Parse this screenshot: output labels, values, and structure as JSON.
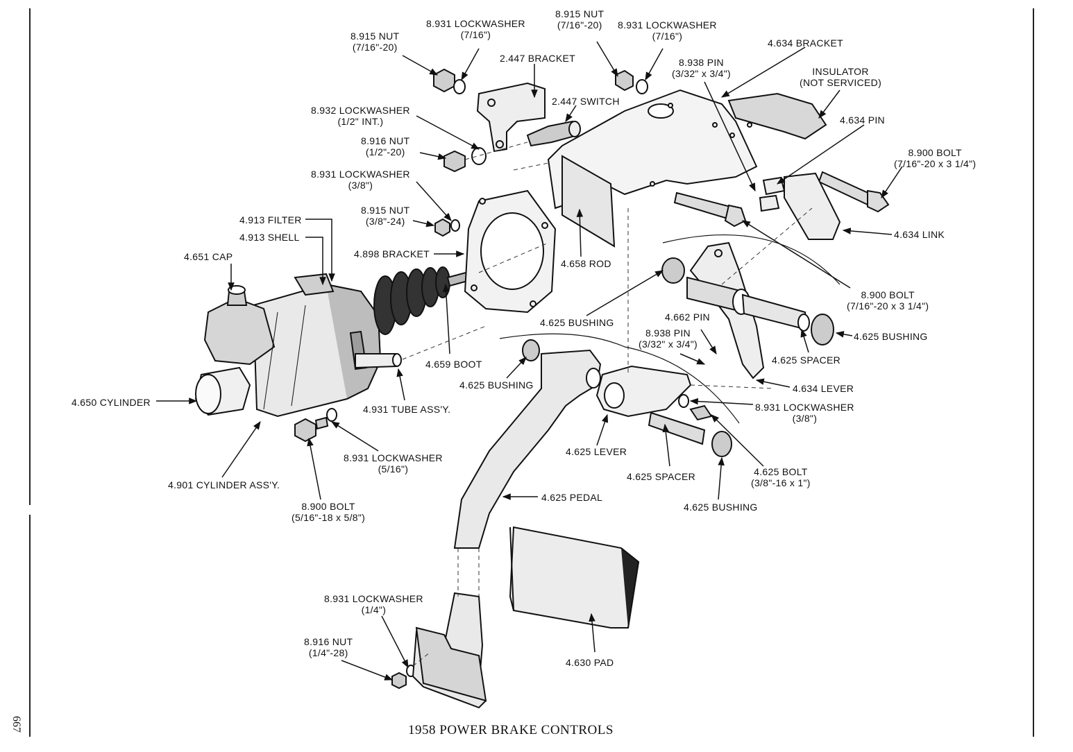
{
  "caption": "1958 POWER BRAKE CONTROLS",
  "page_number": "667",
  "labels": {
    "nut_7_16_left": [
      "8.915 NUT",
      "(7/16\"-20)"
    ],
    "lockwasher_7_16_a": [
      "8.931 LOCKWASHER",
      "(7/16\")"
    ],
    "nut_7_16_top": [
      "8.915 NUT",
      "(7/16\"-20)"
    ],
    "lockwasher_7_16_b": [
      "8.931  LOCKWASHER",
      "(7/16\")"
    ],
    "bracket_2447": [
      "2.447 BRACKET"
    ],
    "switch_2447": [
      "2.447 SWITCH"
    ],
    "bracket_4634": [
      "4.634 BRACKET"
    ],
    "pin_8938_top": [
      "8.938 PIN",
      "(3/32\" x 3/4\")"
    ],
    "insulator": [
      "INSULATOR",
      "(NOT SERVICED)"
    ],
    "pin_4634": [
      "4.634 PIN"
    ],
    "bolt_8900_top": [
      "8.900 BOLT",
      "(7/16\"-20 x 3 1/4\")"
    ],
    "lockwasher_1_2_int": [
      "8.932 LOCKWASHER",
      "(1/2\" INT.)"
    ],
    "nut_1_2": [
      "8.916 NUT",
      "(1/2\"-20)"
    ],
    "lockwasher_3_8_a": [
      "8.931 LOCKWASHER",
      "(3/8\")"
    ],
    "nut_3_8": [
      "8.915 NUT",
      "(3/8\"-24)"
    ],
    "filter": [
      "4.913 FILTER"
    ],
    "shell": [
      "4.913 SHELL"
    ],
    "cap": [
      "4.651 CAP"
    ],
    "bracket_4898": [
      "4.898 BRACKET"
    ],
    "link_4634": [
      "4.634 LINK"
    ],
    "rod_4658": [
      "4.658 ROD"
    ],
    "bolt_8900_mid": [
      "8.900 BOLT",
      "(7/16\"-20 x 3 1/4\")"
    ],
    "bushing_upper": [
      "4.625 BUSHING"
    ],
    "pin_4662": [
      "4.662 PIN"
    ],
    "pin_8938_mid": [
      "8.938 PIN",
      "(3/32\" x 3/4\")"
    ],
    "bushing_right": [
      "4.625 BUSHING"
    ],
    "spacer_upper": [
      "4.625 SPACER"
    ],
    "boot": [
      "4.659 BOOT"
    ],
    "bushing_pedal": [
      "4.625 BUSHING"
    ],
    "lever_4634": [
      "4.634 LEVER"
    ],
    "cylinder_4650": [
      "4.650 CYLINDER"
    ],
    "tube_assy": [
      "4.931 TUBE ASS'Y."
    ],
    "lockwasher_3_8_b": [
      "8.931 LOCKWASHER",
      "(3/8\")"
    ],
    "lockwasher_5_16": [
      "8.931 LOCKWASHER",
      "(5/16\")"
    ],
    "lever_4625": [
      "4.625 LEVER"
    ],
    "spacer_lower": [
      "4.625 SPACER"
    ],
    "bolt_4625": [
      "4.625 BOLT",
      "(3/8\"-16 x 1\")"
    ],
    "cylinder_assy": [
      "4.901 CYLINDER ASS'Y."
    ],
    "pedal": [
      "4.625 PEDAL"
    ],
    "bushing_lower": [
      "4.625 BUSHING"
    ],
    "bolt_8900_low": [
      "8.900 BOLT",
      "(5/16\"-18 x 5/8\")"
    ],
    "lockwasher_1_4": [
      "8.931 LOCKWASHER",
      "(1/4\")"
    ],
    "nut_1_4": [
      "8.916 NUT",
      "(1/4\"-28)"
    ],
    "pad": [
      "4.630 PAD"
    ]
  }
}
